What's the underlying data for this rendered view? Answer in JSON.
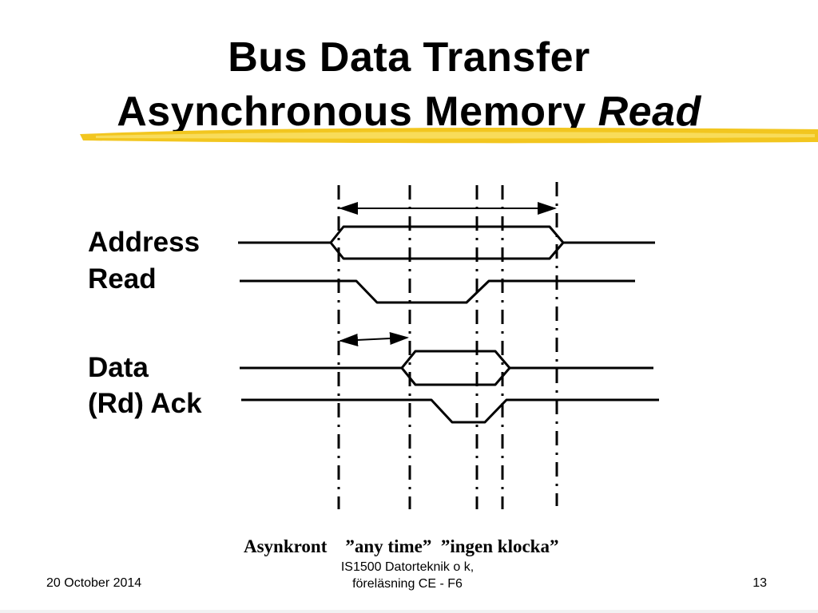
{
  "slide": {
    "title_line1": "Bus Data Transfer",
    "title_line2_regular": "Asynchronous Memory ",
    "title_line2_italic": "Read",
    "accent_color": "#f2c61f"
  },
  "signals": [
    {
      "label": "Address"
    },
    {
      "label": "Read"
    },
    {
      "label": "Data"
    },
    {
      "label": "(Rd) Ack"
    }
  ],
  "caption": "Asynkront    ”any time”  ”ingen klocka”",
  "footer": {
    "date": "20 October 2014",
    "course_line1": "IS1500 Datorteknik o k,",
    "course_line2": "föreläsning CE - F6",
    "page": "13"
  }
}
